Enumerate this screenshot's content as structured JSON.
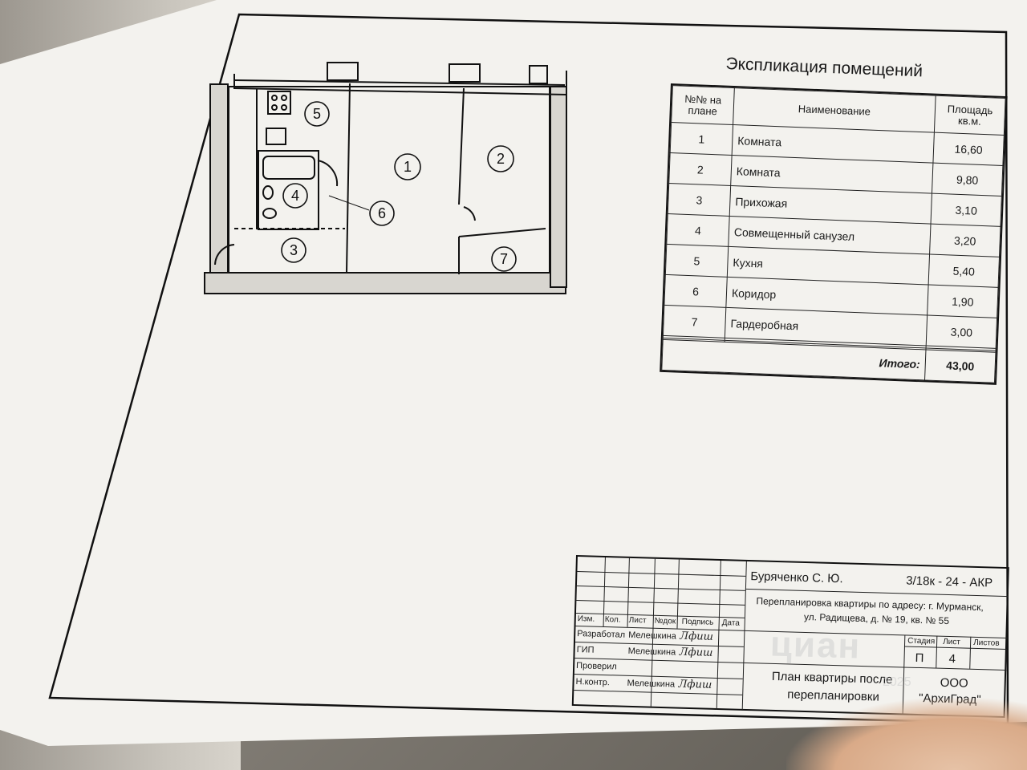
{
  "explication": {
    "title": "Экспликация помещений",
    "headers": [
      "№№ на плане",
      "Наименование",
      "Площадь кв.м."
    ],
    "rows": [
      {
        "num": "1",
        "name": "Комната",
        "area": "16,60"
      },
      {
        "num": "2",
        "name": "Комната",
        "area": "9,80"
      },
      {
        "num": "3",
        "name": "Прихожая",
        "area": "3,10"
      },
      {
        "num": "4",
        "name": "Совмещенный санузел",
        "area": "3,20"
      },
      {
        "num": "5",
        "name": "Кухня",
        "area": "5,40"
      },
      {
        "num": "6",
        "name": "Коридор",
        "area": "1,90"
      },
      {
        "num": "7",
        "name": "Гардеробная",
        "area": "3,00"
      },
      {
        "num": "",
        "name": "",
        "area": ""
      },
      {
        "num": "",
        "name": "",
        "area": ""
      }
    ],
    "total_label": "Итого:",
    "total_value": "43,00"
  },
  "plan": {
    "room_labels": [
      "1",
      "2",
      "3",
      "4",
      "5",
      "6",
      "7"
    ]
  },
  "title_block": {
    "author": "Буряченко С. Ю.",
    "code": "3/18к - 24 - АКР",
    "project_line1": "Перепланировка квартиры по адресу: г. Мурманск,",
    "project_line2": "ул. Радищева, д. № 19, кв. № 55",
    "cols": [
      "Изм.",
      "Кол.",
      "Лист",
      "№док",
      "Подпись",
      "Дата"
    ],
    "roles": [
      {
        "role": "Разработал",
        "name": "Мелешкина"
      },
      {
        "role": "ГИП",
        "name": "Мелешкина"
      },
      {
        "role": "Проверил",
        "name": ""
      },
      {
        "role": "Н.контр.",
        "name": "Мелешкина"
      }
    ],
    "stage_headers": [
      "Стадия",
      "Лист",
      "Листов"
    ],
    "stage_values": [
      "П",
      "4",
      ""
    ],
    "sheet_title_line1": "План квартиры после",
    "sheet_title_line2": "перепланировки",
    "org_line1": "ООО",
    "org_line2": "\"АрхиГрад\"",
    "signature": "Лфиш"
  },
  "watermark": {
    "text": "циан",
    "sub": "2025"
  }
}
